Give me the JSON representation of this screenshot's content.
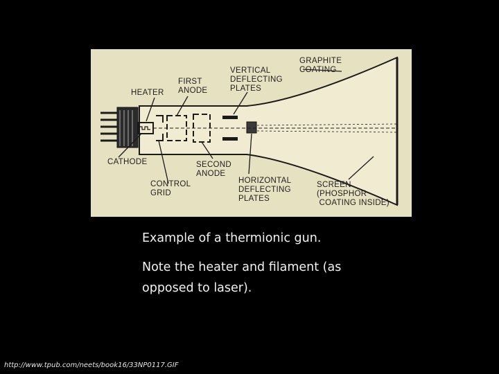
{
  "diagram": {
    "labels": {
      "heater": "HEATER",
      "first_anode": "FIRST\nANODE",
      "vertical_plates": "VERTICAL\nDEFLECTING\nPLATES",
      "graphite_coating": "GRAPHITE\nCOATING",
      "cathode": "CATHODE",
      "second_anode": "SECOND\nANODE",
      "control_grid": "CONTROL\nGRID",
      "horizontal_plates": "HORIZONTAL\nDEFLECTING\nPLATES",
      "screen": "SCREEN\n(PHOSPHOR\n COATING INSIDE)"
    }
  },
  "caption": {
    "line1": "Example of a thermionic gun.",
    "line2": "Note the heater and filament (as",
    "line3": "opposed to laser)."
  },
  "source_url": "http://www.tpub.com/neets/book16/33NP0117.GIF"
}
